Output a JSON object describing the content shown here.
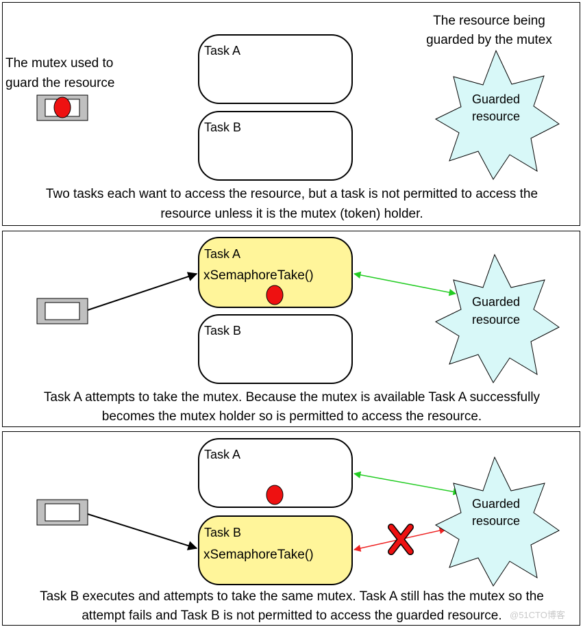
{
  "labels": {
    "mutex_note_line1": "The mutex used to",
    "mutex_note_line2": "guard the resource",
    "resource_note_line1": "The resource being",
    "resource_note_line2": "guarded by the mutex",
    "task_a": "Task A",
    "task_b": "Task B",
    "semaphore_take": "xSemaphoreTake()",
    "guarded_line1": "Guarded",
    "guarded_line2": "resource"
  },
  "panels": [
    {
      "caption_line1": "Two tasks each want to access the resource, but a task is not permitted to access the",
      "caption_line2": "resource unless it is the mutex (token) holder."
    },
    {
      "caption_line1": "Task A attempts to take the mutex.  Because the mutex is available Task A successfully",
      "caption_line2": "becomes the mutex holder so is permitted to access the resource."
    },
    {
      "caption_line1": "Task B executes and attempts to take the same mutex.  Task A still has the mutex so the",
      "caption_line2": "attempt fails and Task B is not permitted to access the guarded resource."
    }
  ],
  "watermark": "@51CTO博客",
  "colors": {
    "token": "#ee1111",
    "active_task": "#fff59a",
    "idle_task": "#ffffff",
    "resource": "#d8f8f8",
    "allowed_link": "#22cc22",
    "denied_link": "#ee2222",
    "mutex_box": "#c0c0c0"
  }
}
